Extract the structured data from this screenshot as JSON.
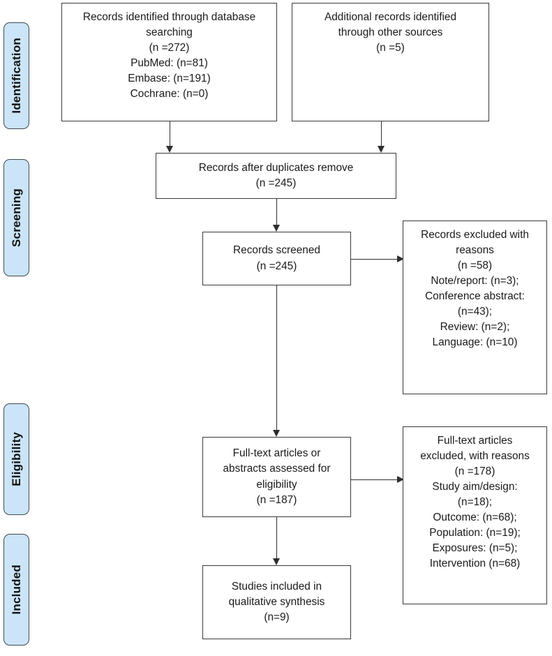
{
  "diagram": {
    "type": "prisma-flow-diagram",
    "stages": [
      {
        "id": "identification",
        "label": "Identification"
      },
      {
        "id": "screening",
        "label": "Screening"
      },
      {
        "id": "eligibility",
        "label": "Eligibility"
      },
      {
        "id": "included",
        "label": "Included"
      }
    ],
    "boxes": {
      "database_search": {
        "lines": [
          "Records identified through database",
          "searching",
          "(n =272)",
          "PubMed: (n=81)",
          "Embase: (n=191)",
          "Cochrane: (n=0)"
        ]
      },
      "other_sources": {
        "lines": [
          "Additional records identified",
          "through other sources",
          "(n =5)"
        ]
      },
      "after_duplicates": {
        "lines": [
          "Records after duplicates remove",
          "(n =245)"
        ]
      },
      "records_screened": {
        "lines": [
          "Records screened",
          "(n =245)"
        ]
      },
      "records_excluded": {
        "lines": [
          "Records excluded with",
          "reasons",
          "(n =58)",
          "Note/report: (n=3);",
          "Conference abstract:",
          "(n=43);",
          "Review: (n=2);",
          "Language: (n=10)"
        ]
      },
      "fulltext_assessed": {
        "lines": [
          "Full-text articles or",
          "abstracts assessed for",
          "eligibility",
          "(n =187)"
        ]
      },
      "fulltext_excluded": {
        "lines": [
          "Full-text articles",
          "excluded, with reasons",
          "(n =178)",
          "Study aim/design:",
          "(n=18);",
          "Outcome: (n=68);",
          "Population: (n=19);",
          "Exposures: (n=5);",
          "Intervention (n=68)"
        ]
      },
      "studies_included": {
        "lines": [
          "Studies included in",
          "qualitative synthesis",
          "(n=9)"
        ]
      }
    },
    "colors": {
      "stage_fill": "#cbe4f7",
      "stage_border": "#3f4a52",
      "box_border": "#3a3a3a",
      "connector": "#2e2e2e",
      "text": "#1a1a1a",
      "background": "#ffffff"
    }
  }
}
